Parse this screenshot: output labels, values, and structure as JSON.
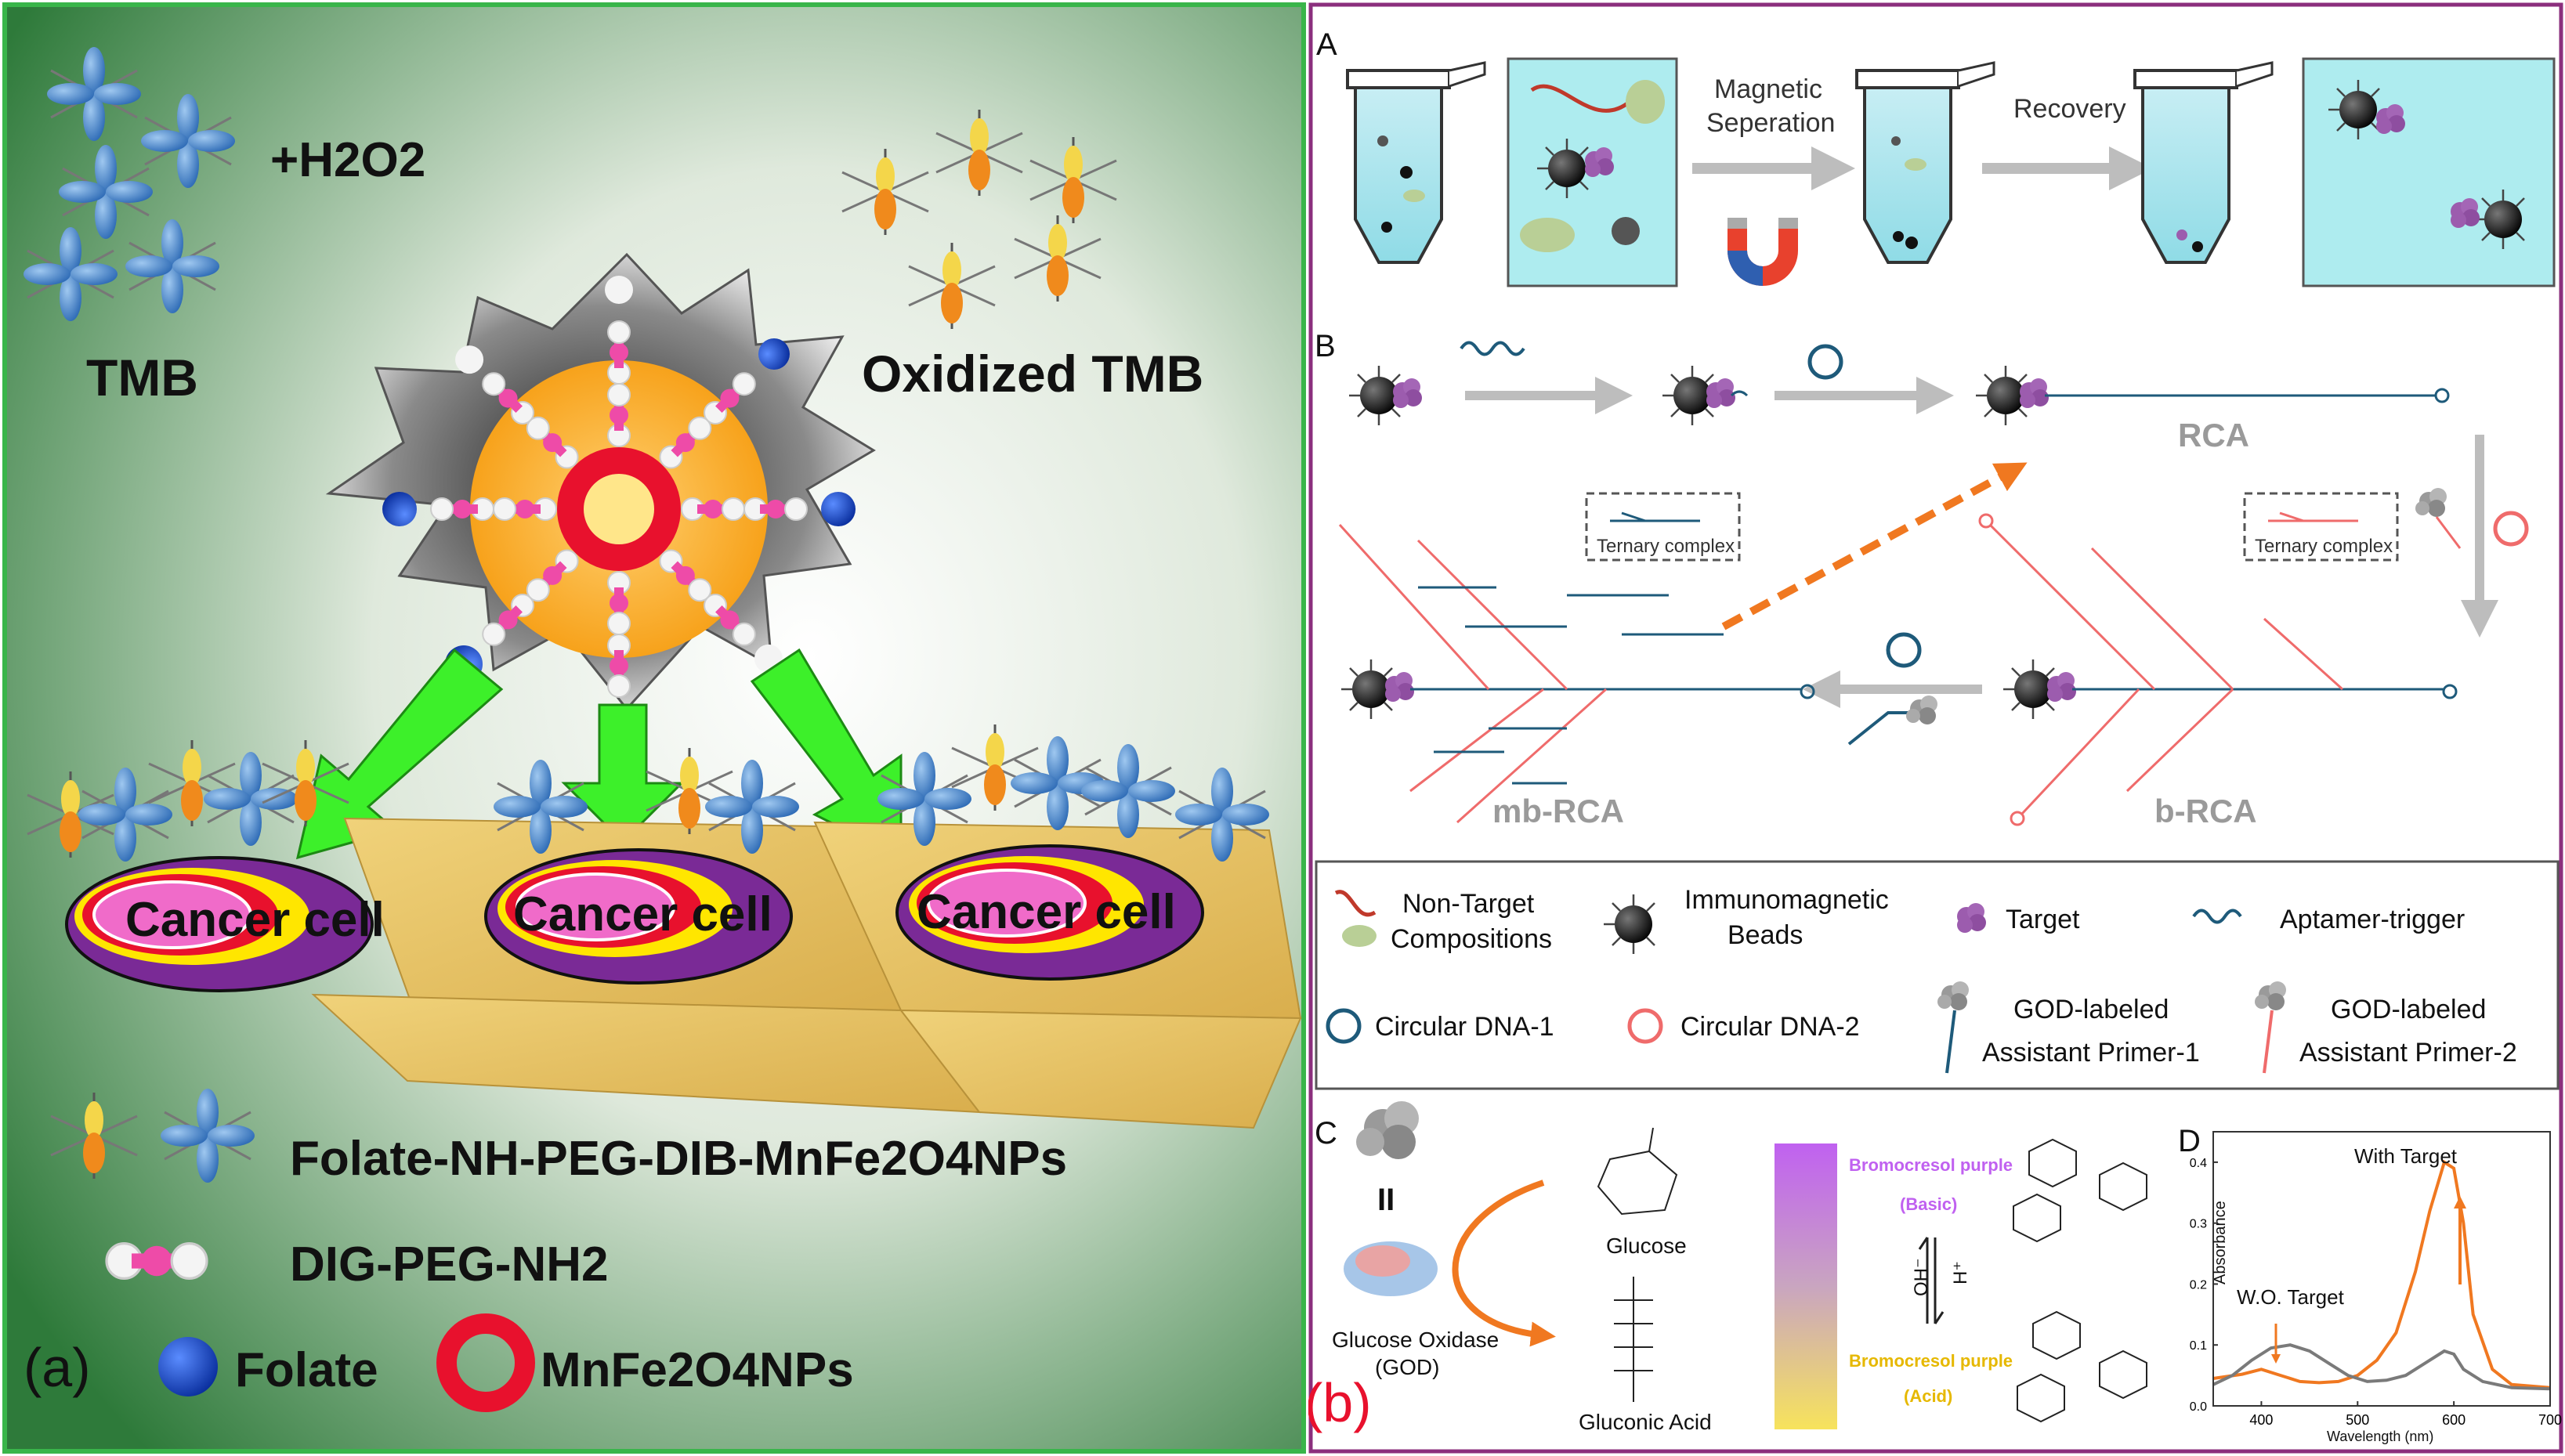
{
  "panel_a": {
    "label": "(a)",
    "h2o2": "+H2O2",
    "tmb": "TMB",
    "oxidized_tmb": "Oxidized TMB",
    "cells": [
      "Cancer cell",
      "Cancer cell",
      "Cancer cell"
    ],
    "legend": {
      "nanoparticle": "Folate-NH-PEG-DIB-MnFe2O4NPs",
      "linker": "DIG-PEG-NH2",
      "folate": "Folate",
      "core": "MnFe2O4NPs"
    },
    "colors": {
      "border": "#39b54a",
      "arrow": "#3df02a",
      "cell_outer": "#7a2a96",
      "cell_yellow": "#ffe600",
      "cell_red": "#e8112d",
      "cell_pink": "#f06bc9",
      "platform": "#e9c46a"
    }
  },
  "panel_b": {
    "label": "(b)",
    "colors": {
      "border": "#8b2f7d",
      "label": "#e8112d",
      "blue": "#1e5a7a",
      "red": "#ef6b6b",
      "orange": "#f07820"
    },
    "A": {
      "label": "A",
      "step1": [
        "Magnetic",
        "Seperation"
      ],
      "step2": "Recovery"
    },
    "B": {
      "label": "B",
      "rca": "RCA",
      "brca": "b-RCA",
      "mbrca": "mb-RCA",
      "ternary1": "Ternary complex",
      "ternary2": "Ternary complex"
    },
    "legend": {
      "nontarget": [
        "Non-Target",
        "Compositions"
      ],
      "beads": [
        "Immunomagnetic",
        "Beads"
      ],
      "target": "Target",
      "aptamer": "Aptamer-trigger",
      "circ1": "Circular DNA-1",
      "circ2": "Circular DNA-2",
      "god1": [
        "GOD-labeled",
        "Assistant Primer-1"
      ],
      "god2": [
        "GOD-labeled",
        "Assistant Primer-2"
      ]
    },
    "C": {
      "label": "C",
      "equals": "II",
      "god": [
        "Glucose Oxidase",
        "(GOD)"
      ],
      "glucose": "Glucose",
      "gluconic": "Gluconic Acid",
      "bcp_basic": [
        "Bromocresol purple",
        "(Basic)"
      ],
      "bcp_acid": [
        "Bromocresol purple",
        "(Acid)"
      ],
      "oh": "OH⁻",
      "h": "H⁺"
    },
    "D": {
      "label": "D",
      "with_target": "With Target",
      "wo_target": "W.O. Target",
      "ylabel": "Absorbance",
      "xlabel": "Wavelength (nm)",
      "yticks": [
        "0.4",
        "0.3",
        "0.2",
        "0.1",
        "0.0"
      ],
      "xticks": [
        "400",
        "500",
        "600",
        "700"
      ]
    }
  },
  "chart_data": {
    "type": "line",
    "xlabel": "Wavelength (nm)",
    "ylabel": "Absorbance",
    "xlim": [
      350,
      700
    ],
    "ylim": [
      0,
      0.45
    ],
    "series": [
      {
        "name": "With Target",
        "color": "#f07820",
        "x": [
          350,
          380,
          400,
          420,
          440,
          460,
          480,
          500,
          520,
          540,
          560,
          575,
          590,
          600,
          610,
          620,
          640,
          660,
          700
        ],
        "y": [
          0.045,
          0.052,
          0.06,
          0.05,
          0.04,
          0.038,
          0.04,
          0.05,
          0.075,
          0.12,
          0.22,
          0.32,
          0.4,
          0.39,
          0.3,
          0.15,
          0.06,
          0.035,
          0.03
        ]
      },
      {
        "name": "W.O. Target",
        "color": "#7a7a7a",
        "x": [
          350,
          370,
          390,
          410,
          430,
          450,
          470,
          490,
          510,
          530,
          550,
          570,
          590,
          600,
          610,
          630,
          660,
          700
        ],
        "y": [
          0.035,
          0.05,
          0.075,
          0.095,
          0.1,
          0.09,
          0.07,
          0.05,
          0.04,
          0.042,
          0.05,
          0.07,
          0.09,
          0.085,
          0.06,
          0.04,
          0.03,
          0.028
        ]
      }
    ]
  }
}
